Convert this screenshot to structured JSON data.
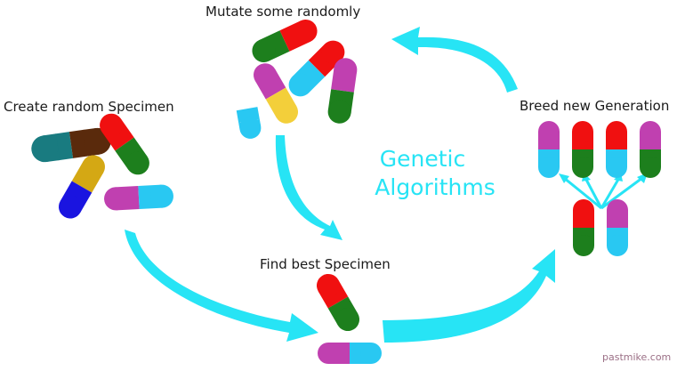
{
  "labels": {
    "create": "Create random Specimen",
    "mutate": "Mutate some randomly",
    "breed": "Breed new Generation",
    "find": "Find best Specimen",
    "title_line1": "Genetic",
    "title_line2": "Algorithms",
    "watermark": "pastmike.com"
  },
  "colors": {
    "arrow": "#27e4f5",
    "red": "#f01010",
    "green": "#1d7f1d",
    "magenta": "#c040b0",
    "cyan": "#29c8f2",
    "teal": "#197b80",
    "brown": "#5a2a0c",
    "gold": "#d4a814",
    "blue": "#1a14e0",
    "yellow": "#f3cf3a"
  },
  "steps": [
    "create",
    "find",
    "breed",
    "mutate"
  ]
}
